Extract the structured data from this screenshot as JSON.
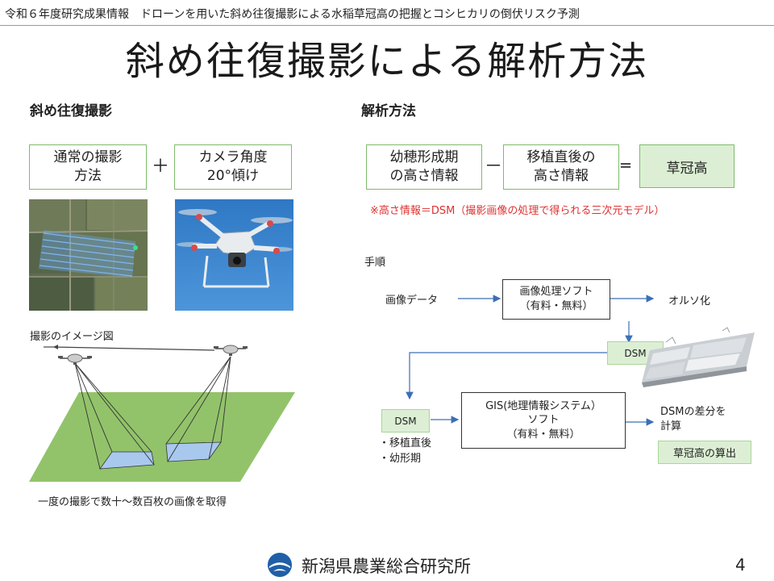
{
  "header": {
    "title": "令和６年度研究成果情報　ドローンを用いた斜め往復撮影による水稲草冠高の把握とコシヒカリの倒伏リスク予測"
  },
  "slide_title": "斜め往復撮影による解析方法",
  "left": {
    "heading": "斜め往復撮影",
    "box1": "通常の撮影\n方法",
    "plus": "＋",
    "box2": "カメラ角度\n20°傾け",
    "image_caption": "撮影のイメージ図",
    "diagram_caption": "一度の撮影で数十～数百枚の画像を取得"
  },
  "right": {
    "heading": "解析方法",
    "box1": "幼穂形成期\nの高さ情報",
    "minus": "－",
    "box2": "移植直後の\n高さ情報",
    "equals": "＝",
    "result": "草冠高",
    "note": "※高さ情報＝DSM（撮影画像の処理で得られる三次元モデル）",
    "procedure_label": "手順",
    "image_data": "画像データ",
    "software": "画像処理ソフト\n（有料・無料）",
    "ortho": "オルソ化",
    "dsm_top": "DSM",
    "dsm_left": "DSM",
    "dsm_items": "・移植直後\n・幼形期",
    "gis": "GIS(地理情報システム）\nソフト\n（有料・無料）",
    "diff": "DSMの差分を\n計算",
    "final": "草冠高の算出"
  },
  "footer": {
    "org": "新潟県農業総合研究所",
    "page": "4"
  },
  "colors": {
    "green_border": "#7dbb6a",
    "green_fill": "#dcefd4",
    "arrow_blue": "#3c6fb5",
    "note_red": "#e03030",
    "field_green": "#92c36a",
    "footprint_blue": "#a9c8ee"
  },
  "icons": [
    "drone-photo",
    "aerial-field-photo",
    "drone-icon",
    "dsm-3d-model",
    "org-logo-icon"
  ]
}
